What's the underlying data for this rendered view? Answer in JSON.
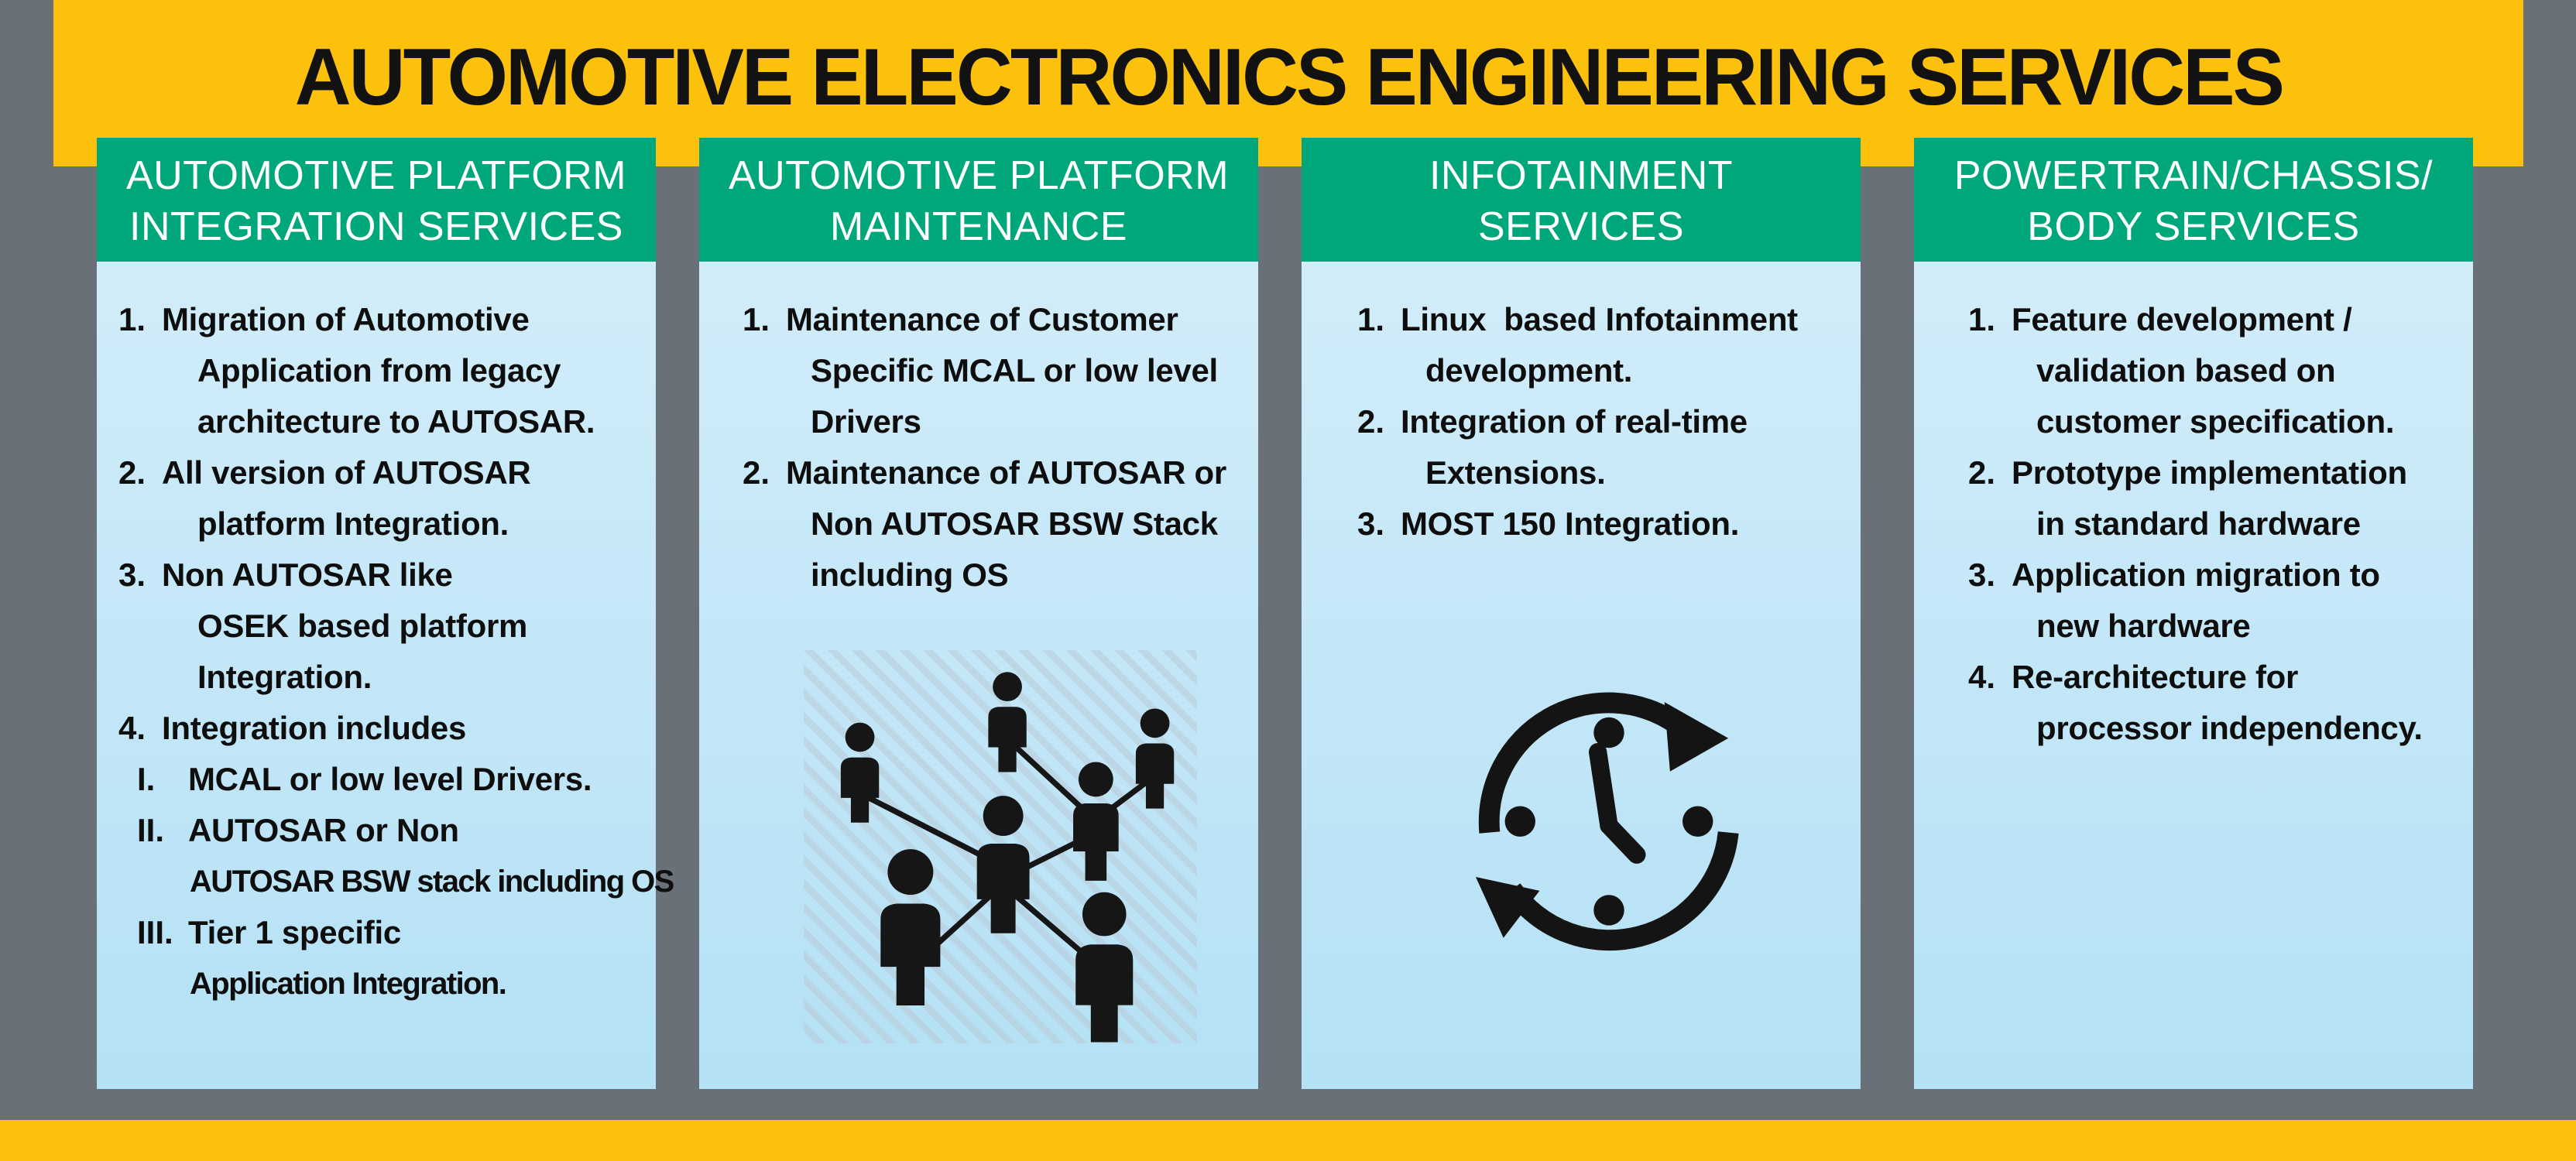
{
  "title": "AUTOMOTIVE ELECTRONICS ENGINEERING SERVICES",
  "colors": {
    "background_gray": "#6a7077",
    "accent_yellow": "#fcc10d",
    "accent_green": "#00a77b",
    "card_blue_top": "#d6eefa",
    "card_blue_bottom": "#b4e1f5",
    "title_text": "#121212",
    "header_text": "#ffffff",
    "body_text": "#0e0e0e"
  },
  "cards": [
    {
      "id": "automotive-platform-integration",
      "title_line1": "AUTOMOTIVE PLATFORM",
      "title_line2": "INTEGRATION SERVICES",
      "items": [
        {
          "marker": "1.",
          "lines": [
            "Migration of Automotive",
            "Application from legacy",
            "architecture to AUTOSAR."
          ]
        },
        {
          "marker": "2.",
          "lines": [
            "All version of AUTOSAR",
            "platform Integration."
          ]
        },
        {
          "marker": "3.",
          "lines": [
            "Non AUTOSAR like",
            "OSEK based platform",
            "Integration."
          ]
        },
        {
          "marker": "4.",
          "lines": [
            "Integration includes"
          ]
        },
        {
          "marker": "I.",
          "sub": true,
          "lines": [
            "MCAL or low level Drivers."
          ]
        },
        {
          "marker": "II.",
          "sub": true,
          "lines": [
            "AUTOSAR or Non",
            "AUTOSAR BSW stack including OS"
          ]
        },
        {
          "marker": "III.",
          "sub": true,
          "lines": [
            "Tier 1 specific",
            "Application Integration."
          ]
        }
      ]
    },
    {
      "id": "automotive-platform-maintenance",
      "title_line1": "AUTOMOTIVE PLATFORM",
      "title_line2": "MAINTENANCE",
      "icon": "people-network-icon",
      "items": [
        {
          "marker": "1.",
          "lines": [
            "Maintenance of Customer",
            "Specific MCAL or low level",
            "Drivers"
          ]
        },
        {
          "marker": "2.",
          "lines": [
            "Maintenance of AUTOSAR or",
            "Non AUTOSAR BSW Stack",
            "including OS"
          ]
        }
      ]
    },
    {
      "id": "infotainment-services",
      "title_line1": "INFOTAINMENT",
      "title_line2": "SERVICES",
      "icon": "refresh-clock-icon",
      "items": [
        {
          "marker": "1.",
          "lines": [
            "Linux  based Infotainment",
            "development."
          ]
        },
        {
          "marker": "2.",
          "lines": [
            "Integration of real-time",
            "Extensions."
          ]
        },
        {
          "marker": "3.",
          "lines": [
            "MOST 150 Integration."
          ]
        }
      ]
    },
    {
      "id": "powertrain-chassis-body",
      "title_line1": "POWERTRAIN/CHASSIS/",
      "title_line2": "BODY SERVICES",
      "items": [
        {
          "marker": "1.",
          "lines": [
            "Feature development /",
            "validation based on",
            "customer specification."
          ]
        },
        {
          "marker": "2.",
          "lines": [
            "Prototype implementation",
            "in standard hardware"
          ]
        },
        {
          "marker": "3.",
          "lines": [
            "Application migration to",
            "new hardware"
          ]
        },
        {
          "marker": "4.",
          "lines": [
            "Re-architecture for",
            "processor independency."
          ]
        }
      ]
    }
  ]
}
